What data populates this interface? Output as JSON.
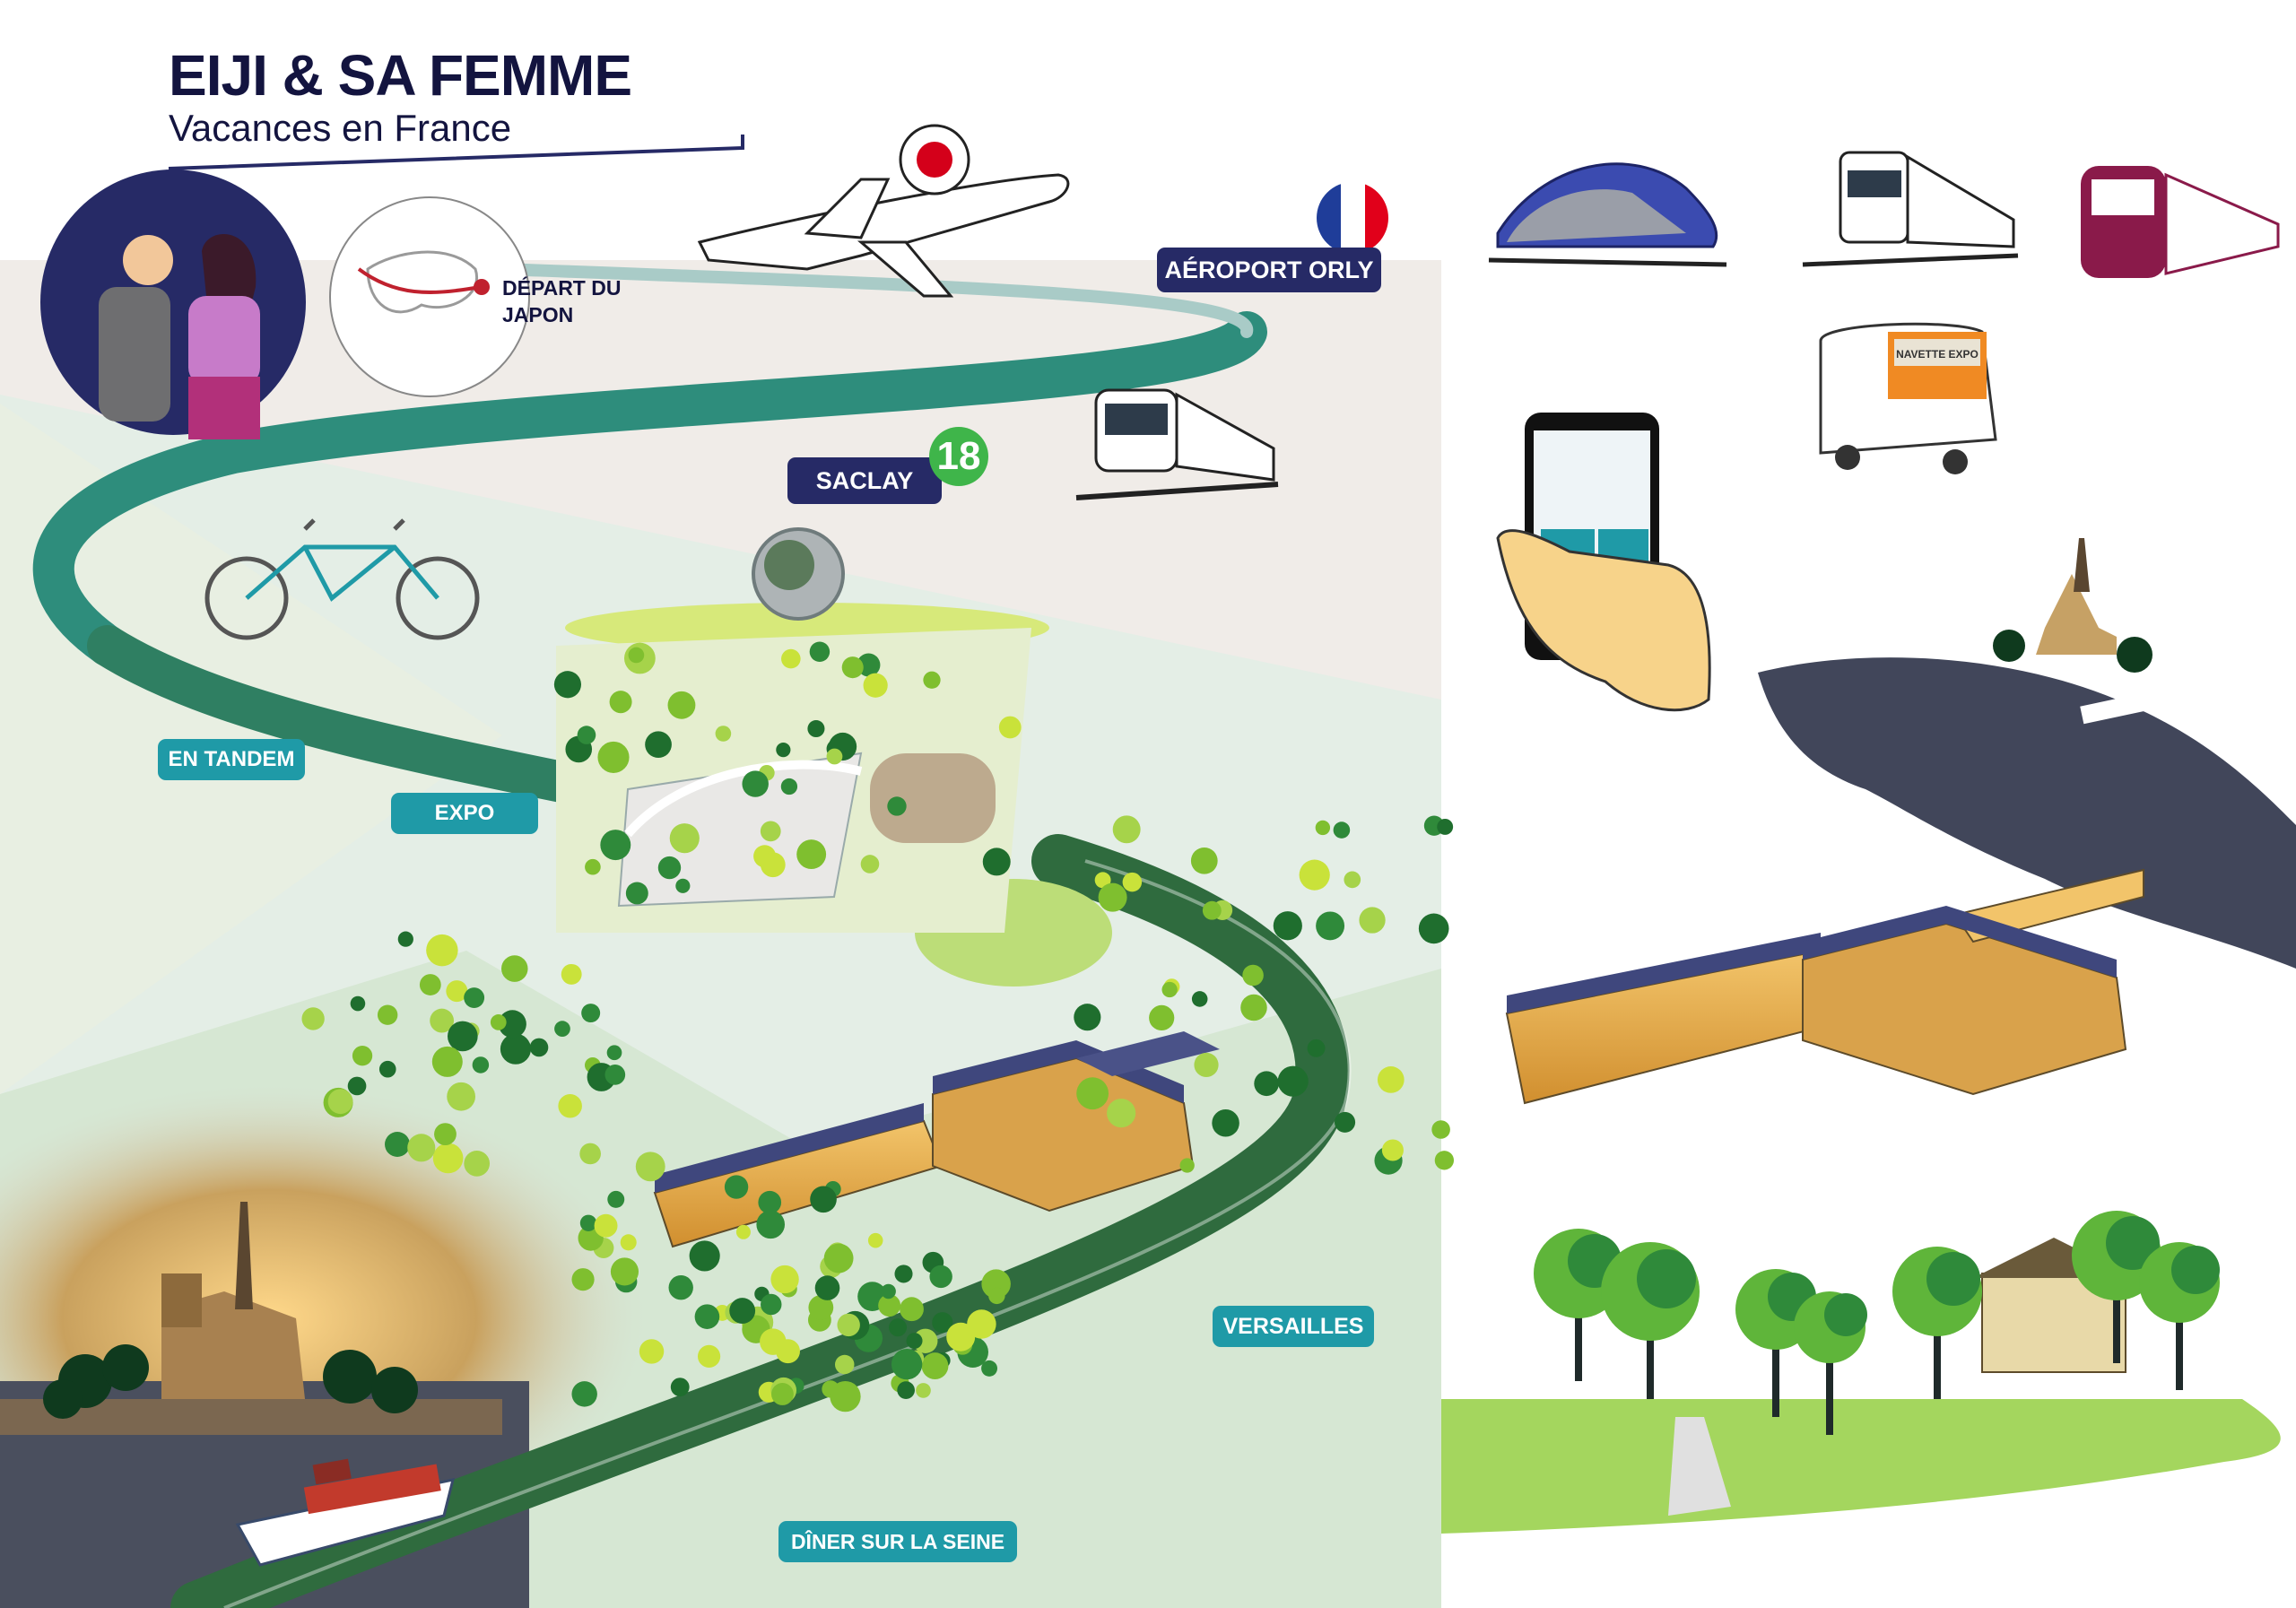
{
  "title": "EIJI & SA FEMME",
  "subtitle": "Vacances en France",
  "depart": [
    "DÉPART DU",
    "JAPON"
  ],
  "labels": {
    "orly": "AÉROPORT ORLY",
    "saclay": "SACLAY",
    "line_number": "18",
    "tandem": "EN TANDEM",
    "expo": "EXPO",
    "versailles": "VERSAILLES",
    "seine": "DÎNER SUR LA SEINE"
  },
  "shuttle_sign": "NAVETTE EXPO",
  "icons": {
    "phone_app": "M",
    "flags": [
      "japan-flag",
      "france-flag"
    ],
    "transport": [
      "high-speed-train",
      "metro-train",
      "tgv-train",
      "autonomous-shuttle",
      "smartphone"
    ]
  },
  "colors": {
    "navy": "#262a66",
    "teal": "#1f9aa7",
    "path_dark": "#2f6b3e",
    "path_teal": "#2e8d7c",
    "line18": "#3fb54a",
    "lawn": "#a4d65e"
  }
}
